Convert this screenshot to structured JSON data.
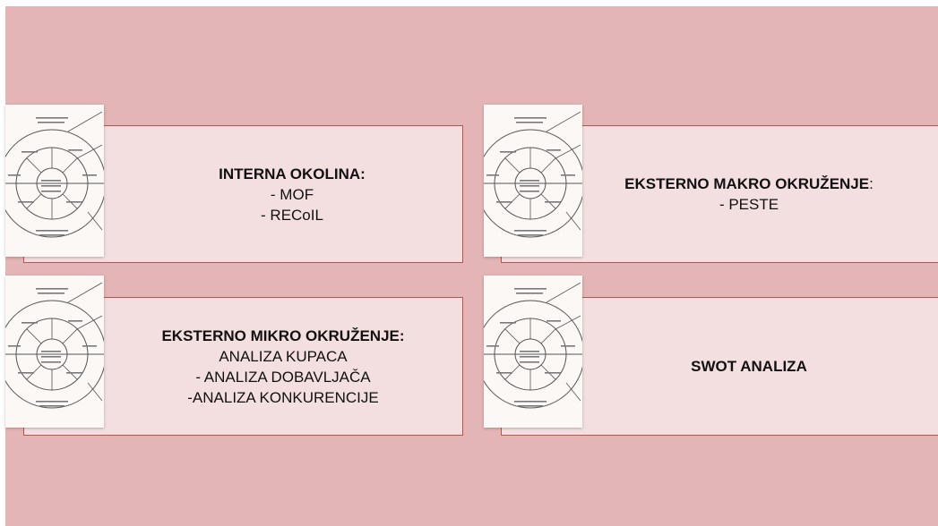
{
  "colors": {
    "slide_background": "#e3b5b6",
    "card_fill": "#f3dfe0",
    "card_border": "#c0504d",
    "text": "#111111"
  },
  "diagram_icon": "environment-dimensions-diagram-icon",
  "cards": [
    {
      "title": "INTERNA OKOLINA:",
      "items": [
        "- MOF",
        "- RECoIL"
      ]
    },
    {
      "title": "EKSTERNO MAKRO OKRUŽENJE",
      "title_suffix": ":",
      "items": [
        "- PESTE"
      ]
    },
    {
      "title": "EKSTERNO MIKRO OKRUŽENJE:",
      "items": [
        "ANALIZA KUPACA",
        "- ANALIZA DOBAVLJAČA",
        "-ANALIZA KONKURENCIJE"
      ]
    },
    {
      "title": "SWOT ANALIZA",
      "items": []
    }
  ]
}
